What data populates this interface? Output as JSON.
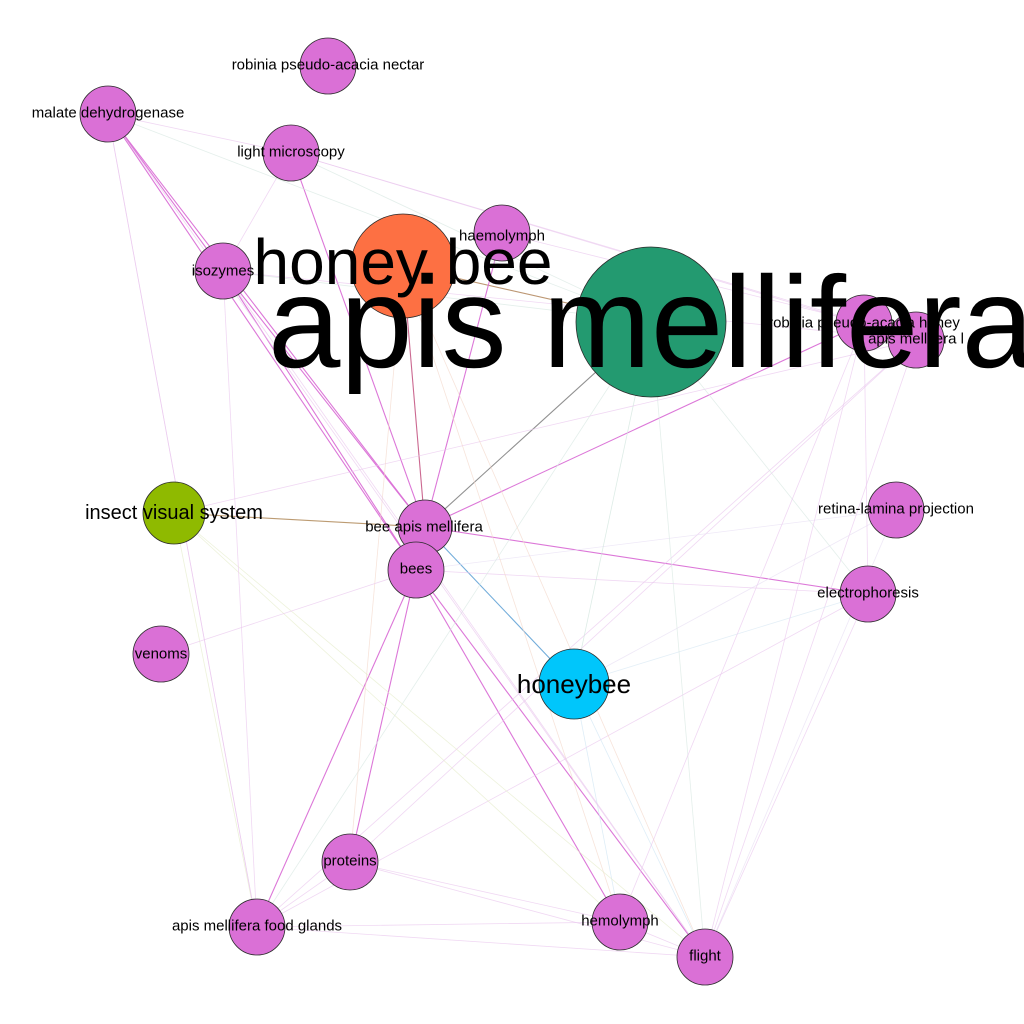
{
  "nodes": [
    {
      "id": "apis_mellifera",
      "label": "apis mellifera",
      "color": "#239a70"
    },
    {
      "id": "honey_bee",
      "label": "honey bee",
      "color": "#fd7043"
    },
    {
      "id": "honeybee",
      "label": "honeybee",
      "color": "#00c6fb"
    },
    {
      "id": "insect_visual_system",
      "label": "insect visual system",
      "color": "#8fba00"
    },
    {
      "id": "bee_apis_mellifera",
      "label": "bee apis mellifera",
      "color": "#da70d6"
    },
    {
      "id": "bees",
      "label": "bees",
      "color": "#da70d6"
    },
    {
      "id": "robinia_nectar",
      "label": "robinia pseudo-acacia nectar",
      "color": "#da70d6"
    },
    {
      "id": "malate_dehydrogenase",
      "label": "malate dehydrogenase",
      "color": "#da70d6"
    },
    {
      "id": "light_microscopy",
      "label": "light microscopy",
      "color": "#da70d6"
    },
    {
      "id": "haemolymph",
      "label": "haemolymph",
      "color": "#da70d6"
    },
    {
      "id": "isozymes",
      "label": "isozymes",
      "color": "#da70d6"
    },
    {
      "id": "robinia_honey",
      "label": "robinia pseudo-acacia honey",
      "color": "#da70d6"
    },
    {
      "id": "apis_mellifera_l",
      "label": "apis mellifera l",
      "color": "#da70d6"
    },
    {
      "id": "retina_lamina",
      "label": "retina-lamina projection",
      "color": "#da70d6"
    },
    {
      "id": "electrophoresis",
      "label": "electrophoresis",
      "color": "#da70d6"
    },
    {
      "id": "venoms",
      "label": "venoms",
      "color": "#da70d6"
    },
    {
      "id": "proteins",
      "label": "proteins",
      "color": "#da70d6"
    },
    {
      "id": "food_glands",
      "label": "apis mellifera food glands",
      "color": "#da70d6"
    },
    {
      "id": "hemolymph",
      "label": "hemolymph",
      "color": "#da70d6"
    },
    {
      "id": "flight",
      "label": "flight",
      "color": "#da70d6"
    }
  ],
  "edges": [
    {
      "source": "bee_apis_mellifera",
      "target": "apis_mellifera",
      "color": "#8a8a8a"
    },
    {
      "source": "bee_apis_mellifera",
      "target": "honey_bee",
      "color": "#c8608a"
    },
    {
      "source": "bee_apis_mellifera",
      "target": "honeybee",
      "color": "#6aa8d8"
    },
    {
      "source": "bee_apis_mellifera",
      "target": "insect_visual_system",
      "color": "#b8966a"
    },
    {
      "source": "honey_bee",
      "target": "apis_mellifera",
      "color": "#b8906a"
    },
    {
      "source": "bee_apis_mellifera",
      "target": "malate_dehydrogenase",
      "color": "#da70d6"
    },
    {
      "source": "bees",
      "target": "malate_dehydrogenase",
      "color": "#da70d6"
    },
    {
      "source": "bee_apis_mellifera",
      "target": "isozymes",
      "color": "#da70d6"
    },
    {
      "source": "bees",
      "target": "isozymes",
      "color": "#da70d6"
    },
    {
      "source": "bee_apis_mellifera",
      "target": "light_microscopy",
      "color": "#da70d6"
    },
    {
      "source": "bee_apis_mellifera",
      "target": "haemolymph",
      "color": "#da70d6"
    },
    {
      "source": "bee_apis_mellifera",
      "target": "robinia_honey",
      "color": "#da70d6"
    },
    {
      "source": "bee_apis_mellifera",
      "target": "electrophoresis",
      "color": "#da70d6"
    },
    {
      "source": "bees",
      "target": "proteins",
      "color": "#da70d6"
    },
    {
      "source": "bees",
      "target": "food_glands",
      "color": "#da70d6"
    },
    {
      "source": "bees",
      "target": "hemolymph",
      "color": "#da70d6"
    },
    {
      "source": "bees",
      "target": "flight",
      "color": "#da70d6"
    },
    {
      "source": "malate_dehydrogenase",
      "target": "isozymes",
      "color": "#da70d6"
    },
    {
      "source": "apis_mellifera_l",
      "target": "robinia_honey",
      "color": "#eac8ee"
    },
    {
      "source": "apis_mellifera_l",
      "target": "food_glands",
      "color": "#eac8ee"
    },
    {
      "source": "apis_mellifera_l",
      "target": "flight",
      "color": "#eac8ee"
    },
    {
      "source": "apis_mellifera_l",
      "target": "proteins",
      "color": "#eac8ee"
    },
    {
      "source": "apis_mellifera_l",
      "target": "isozymes",
      "color": "#eac8ee"
    },
    {
      "source": "apis_mellifera_l",
      "target": "light_microscopy",
      "color": "#eac8ee"
    },
    {
      "source": "apis_mellifera_l",
      "target": "insect_visual_system",
      "color": "#eac8ee"
    },
    {
      "source": "retina_lamina",
      "target": "honeybee",
      "color": "#e8e0f4"
    },
    {
      "source": "retina_lamina",
      "target": "bees",
      "color": "#e8e0f4"
    },
    {
      "source": "retina_lamina",
      "target": "flight",
      "color": "#e8e0f4"
    },
    {
      "source": "electrophoresis",
      "target": "food_glands",
      "color": "#eac8ee"
    },
    {
      "source": "electrophoresis",
      "target": "flight",
      "color": "#eac8ee"
    },
    {
      "source": "electrophoresis",
      "target": "bees",
      "color": "#eac8ee"
    },
    {
      "source": "electrophoresis",
      "target": "honeybee",
      "color": "#d8e8f4"
    },
    {
      "source": "honeybee",
      "target": "flight",
      "color": "#d0e6f4"
    },
    {
      "source": "honeybee",
      "target": "hemolymph",
      "color": "#d0e6f4"
    },
    {
      "source": "honeybee",
      "target": "apis_mellifera",
      "color": "#cfe4dc"
    },
    {
      "source": "apis_mellifera",
      "target": "flight",
      "color": "#d8e8e2"
    },
    {
      "source": "apis_mellifera",
      "target": "food_glands",
      "color": "#d8e8e2"
    },
    {
      "source": "apis_mellifera",
      "target": "isozymes",
      "color": "#d8e8e2"
    },
    {
      "source": "apis_mellifera",
      "target": "light_microscopy",
      "color": "#d8e8e2"
    },
    {
      "source": "apis_mellifera",
      "target": "malate_dehydrogenase",
      "color": "#d8e8e2"
    },
    {
      "source": "apis_mellifera",
      "target": "electrophoresis",
      "color": "#d8e8e2"
    },
    {
      "source": "honey_bee",
      "target": "flight",
      "color": "#f4d8cc"
    },
    {
      "source": "honey_bee",
      "target": "proteins",
      "color": "#f4d8cc"
    },
    {
      "source": "honey_bee",
      "target": "hemolymph",
      "color": "#f4d8cc"
    },
    {
      "source": "insect_visual_system",
      "target": "food_glands",
      "color": "#e6eccc"
    },
    {
      "source": "insect_visual_system",
      "target": "flight",
      "color": "#e6eccc"
    },
    {
      "source": "insect_visual_system",
      "target": "hemolymph",
      "color": "#e6eccc"
    },
    {
      "source": "food_glands",
      "target": "proteins",
      "color": "#eac8ee"
    },
    {
      "source": "food_glands",
      "target": "hemolymph",
      "color": "#eac8ee"
    },
    {
      "source": "food_glands",
      "target": "flight",
      "color": "#eac8ee"
    },
    {
      "source": "food_glands",
      "target": "malate_dehydrogenase",
      "color": "#eac8ee"
    },
    {
      "source": "food_glands",
      "target": "isozymes",
      "color": "#eac8ee"
    },
    {
      "source": "proteins",
      "target": "flight",
      "color": "#eac8ee"
    },
    {
      "source": "proteins",
      "target": "hemolymph",
      "color": "#eac8ee"
    },
    {
      "source": "hemolymph",
      "target": "flight",
      "color": "#eac8ee"
    },
    {
      "source": "light_microscopy",
      "target": "robinia_honey",
      "color": "#eac8ee"
    },
    {
      "source": "light_microscopy",
      "target": "isozymes",
      "color": "#eac8ee"
    },
    {
      "source": "malate_dehydrogenase",
      "target": "light_microscopy",
      "color": "#eac8ee"
    },
    {
      "source": "haemolymph",
      "target": "robinia_honey",
      "color": "#eac8ee"
    },
    {
      "source": "isozymes",
      "target": "flight",
      "color": "#eac8ee"
    },
    {
      "source": "malate_dehydrogenase",
      "target": "flight",
      "color": "#eac8ee"
    },
    {
      "source": "malate_dehydrogenase",
      "target": "food_glands",
      "color": "#eac8ee"
    },
    {
      "source": "venoms",
      "target": "bees",
      "color": "#eac8ee"
    },
    {
      "source": "robinia_honey",
      "target": "electrophoresis",
      "color": "#eac8ee"
    },
    {
      "source": "robinia_honey",
      "target": "hemolymph",
      "color": "#eac8ee"
    },
    {
      "source": "robinia_honey",
      "target": "flight",
      "color": "#eac8ee"
    }
  ]
}
